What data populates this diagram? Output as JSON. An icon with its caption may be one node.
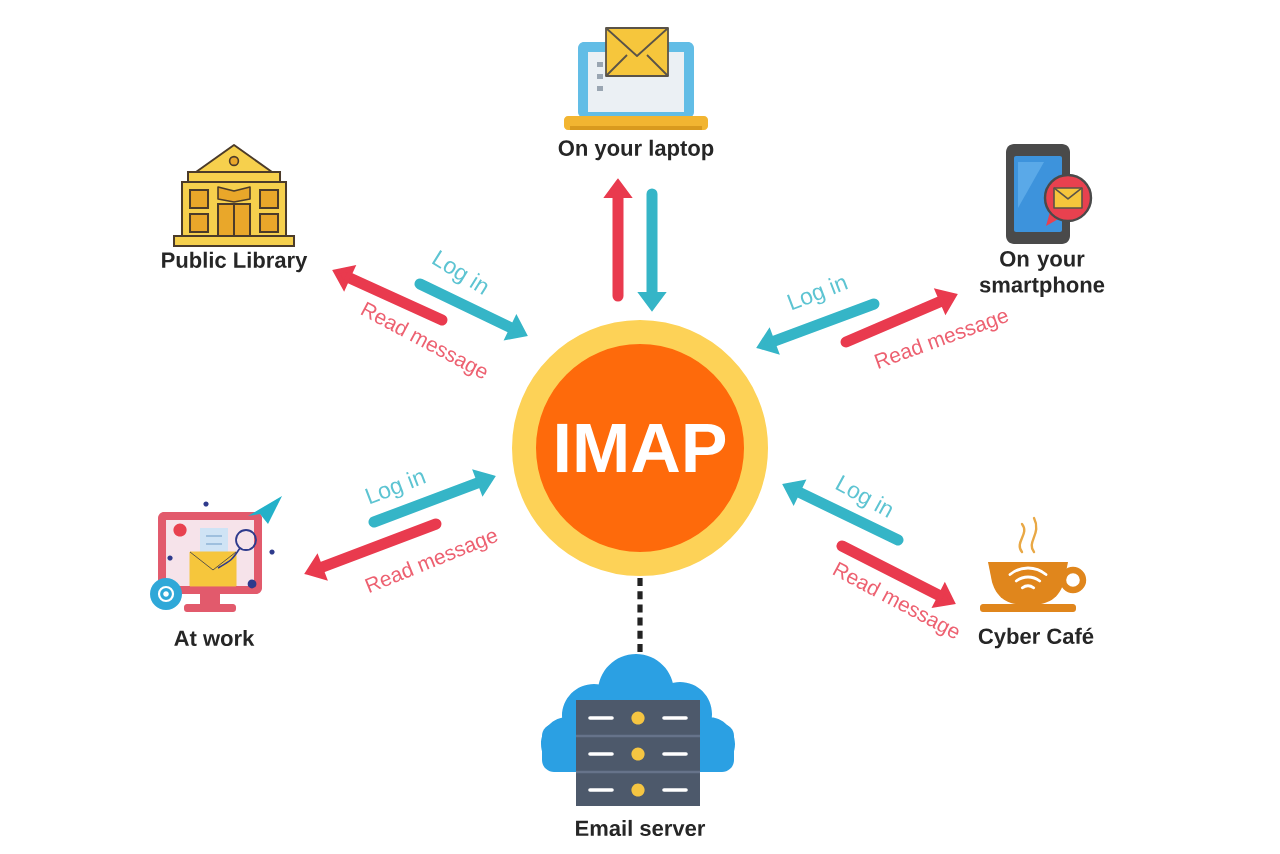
{
  "diagram": {
    "nodes": [
      {
        "text": [
          "On your laptop"
        ]
      },
      {
        "text": [
          "Public Library"
        ]
      },
      {
        "text": [
          "On your smartphone"
        ]
      },
      {
        "text": [
          "IMAP"
        ]
      },
      {
        "text": [
          "At work"
        ]
      },
      {
        "text": [
          "Cyber Café"
        ]
      },
      {
        "text": [
          "Email server"
        ]
      }
    ],
    "edges": [
      {
        "from": 3,
        "to": 0,
        "arrow": "to",
        "color": "#e93a4e"
      },
      {
        "from": 0,
        "to": 3,
        "arrow": "to",
        "color": "#35b5c7"
      },
      {
        "from": 1,
        "to": 3,
        "arrow": "to",
        "label": "Log in",
        "color": "#35b5c7"
      },
      {
        "from": 3,
        "to": 1,
        "arrow": "to",
        "label": "Read message",
        "color": "#e93a4e"
      },
      {
        "from": 2,
        "to": 3,
        "arrow": "to",
        "label": "Log in",
        "color": "#35b5c7"
      },
      {
        "from": 3,
        "to": 2,
        "arrow": "to",
        "label": "Read message",
        "color": "#e93a4e"
      },
      {
        "from": 4,
        "to": 3,
        "arrow": "to",
        "label": "Log in",
        "color": "#35b5c7"
      },
      {
        "from": 3,
        "to": 4,
        "arrow": "to",
        "label": "Read message",
        "color": "#e93a4e"
      },
      {
        "from": 5,
        "to": 3,
        "arrow": "to",
        "label": "Log in",
        "color": "#35b5c7"
      },
      {
        "from": 3,
        "to": 5,
        "arrow": "to",
        "label": "Read message",
        "color": "#e93a4e"
      },
      {
        "from": 3,
        "to": 6,
        "arrow": "none",
        "style": "dashed",
        "color": "#222222"
      }
    ]
  }
}
